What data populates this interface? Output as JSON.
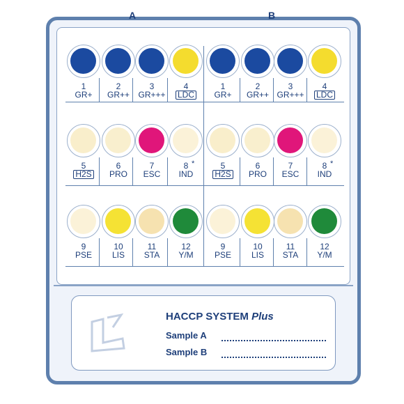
{
  "panels": [
    "A",
    "B"
  ],
  "rows": [
    [
      {
        "num": "1",
        "abbr": "GR+",
        "color": "#1b4aa0",
        "boxed": false,
        "star": false
      },
      {
        "num": "2",
        "abbr": "GR++",
        "color": "#1b4aa0",
        "boxed": false,
        "star": false
      },
      {
        "num": "3",
        "abbr": "GR+++",
        "color": "#1b4aa0",
        "boxed": false,
        "star": false
      },
      {
        "num": "4",
        "abbr": "LDC",
        "color": "#f4dc2e",
        "boxed": true,
        "star": false
      }
    ],
    [
      {
        "num": "5",
        "abbr": "H2S",
        "color": "#f9eecb",
        "boxed": true,
        "star": false
      },
      {
        "num": "6",
        "abbr": "PRO",
        "color": "#f9efce",
        "boxed": false,
        "star": false
      },
      {
        "num": "7",
        "abbr": "ESC",
        "color": "#e0167a",
        "boxed": false,
        "star": false
      },
      {
        "num": "8",
        "abbr": "IND",
        "color": "#fbf2d8",
        "boxed": false,
        "star": true
      }
    ],
    [
      {
        "num": "9",
        "abbr": "PSE",
        "color": "#fbf2d8",
        "boxed": false,
        "star": false
      },
      {
        "num": "10",
        "abbr": "LIS",
        "color": "#f5e234",
        "boxed": false,
        "star": false
      },
      {
        "num": "11",
        "abbr": "STA",
        "color": "#f6e2b0",
        "boxed": false,
        "star": false
      },
      {
        "num": "12",
        "abbr": "Y/M",
        "color": "#1f8a3a",
        "boxed": false,
        "star": false
      }
    ]
  ],
  "star_symbol": "*",
  "card": {
    "title_main": "HACCP SYSTEM",
    "title_italic": "Plus",
    "sample_a": "Sample A",
    "sample_b": "Sample B"
  }
}
